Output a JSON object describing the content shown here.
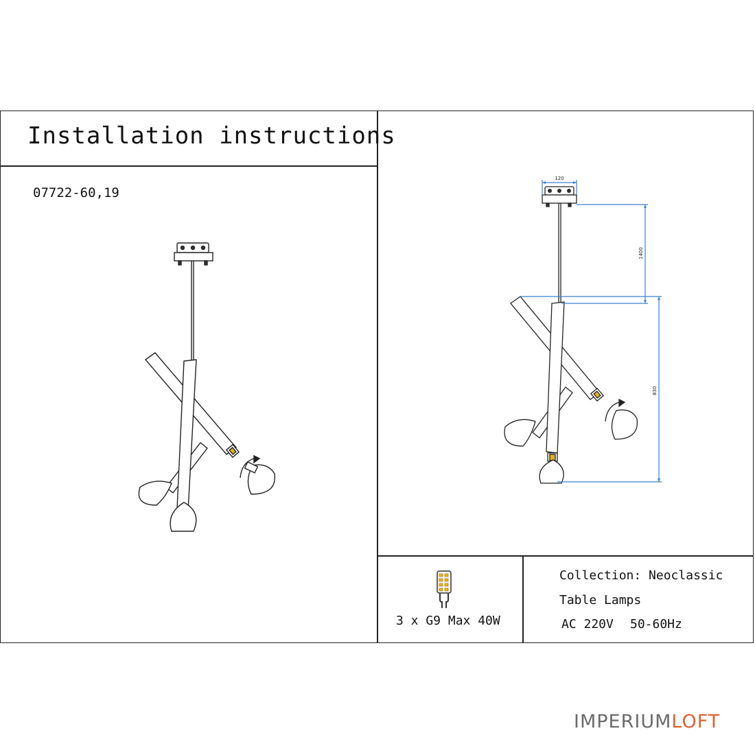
{
  "document": {
    "title": "Installation instructions",
    "model": "07722-60,19"
  },
  "dimensions": {
    "width": "120",
    "drop": "1400",
    "height": "830",
    "dim_color": "#3a7fd0"
  },
  "bulb": {
    "spec": "3 x G9 Max 40W",
    "icon": "g9-bulb-icon"
  },
  "info": {
    "collection": "Collection: Neoclassic",
    "type": "Table Lamps",
    "voltage": "AC 220V",
    "frequency": "50-60Hz"
  },
  "brand": {
    "part1": "IMPERIUM",
    "part2": "LOFT",
    "color1": "#6b6b6b",
    "color2": "#e06030"
  }
}
